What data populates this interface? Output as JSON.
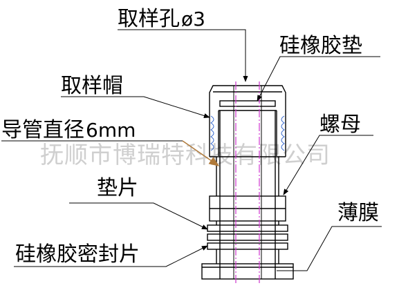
{
  "labels": {
    "sampling_hole": "取样孔",
    "sampling_hole_size": "ø3",
    "silicone_gasket": "硅橡胶垫",
    "sampling_cap": "取样帽",
    "tube_diameter": "导管直径",
    "tube_diameter_value": "6mm",
    "nut": "螺母",
    "washer": "垫片",
    "membrane": "薄膜",
    "silicone_seal": "硅橡胶密封片"
  },
  "watermark": "抚顺市博瑞特科技有限公司",
  "colors": {
    "line": "#000000",
    "centerline": "#cc33cc",
    "thread": "#3366cc",
    "arrow_brown": "#b07a3a",
    "watermark": "#cfcfcf"
  }
}
